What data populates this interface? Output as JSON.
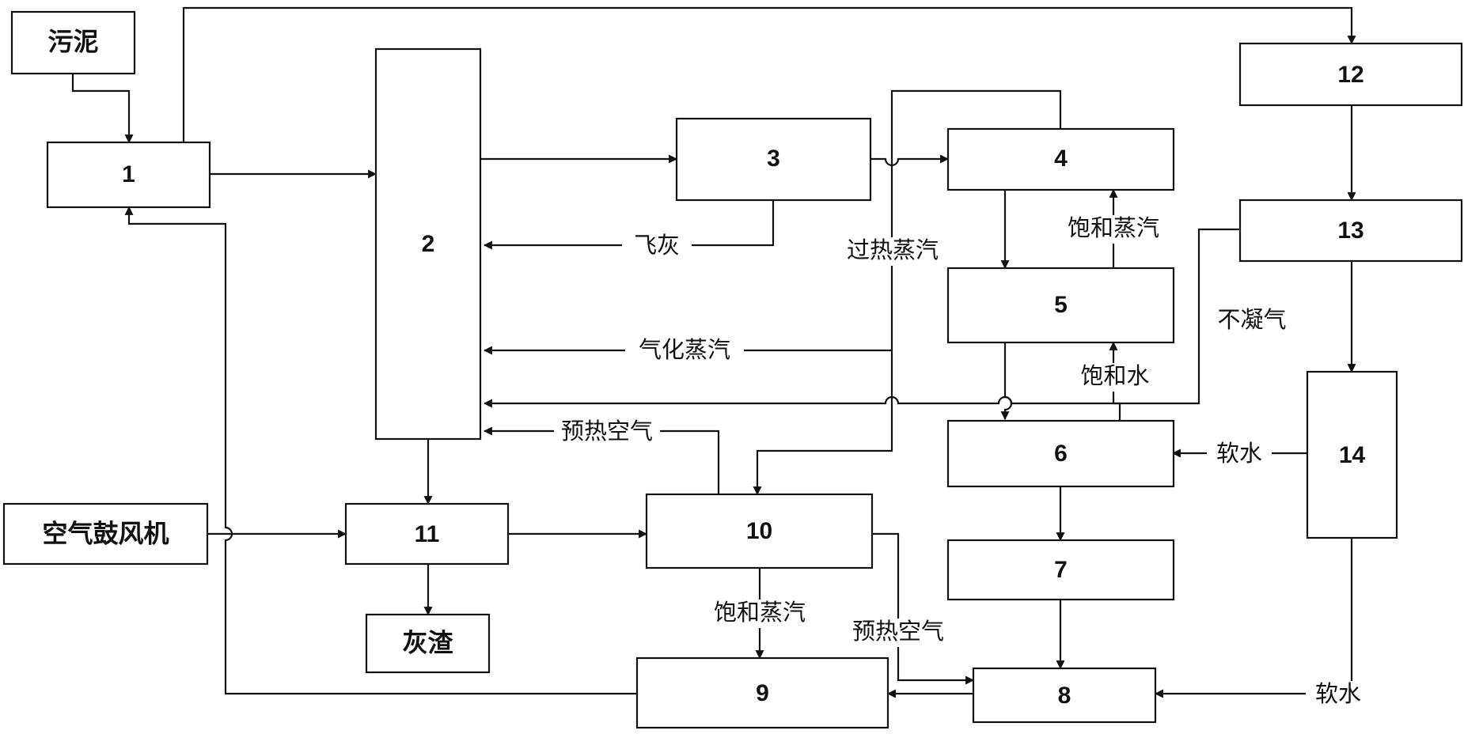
{
  "nodes": {
    "sludge": "污泥",
    "n1": "1",
    "n2": "2",
    "n3": "3",
    "n4": "4",
    "n5": "5",
    "n6": "6",
    "n7": "7",
    "n8": "8",
    "n9": "9",
    "n10": "10",
    "n11": "11",
    "n12": "12",
    "n13": "13",
    "n14": "14",
    "air_blower": "空气鼓风机",
    "ash_slag": "灰渣"
  },
  "labels": {
    "fly_ash": "飞灰",
    "sat_steam_top": "饱和蒸汽",
    "superheated_steam": "过热蒸汽",
    "gasification_steam": "气化蒸汽",
    "non_condensable_gas": "不凝气",
    "sat_water": "饱和水",
    "preheated_air_top": "预热空气",
    "soft_water_6": "软水",
    "sat_steam_bottom": "饱和蒸汽",
    "preheated_air_bottom": "预热空气",
    "soft_water_8": "软水"
  }
}
